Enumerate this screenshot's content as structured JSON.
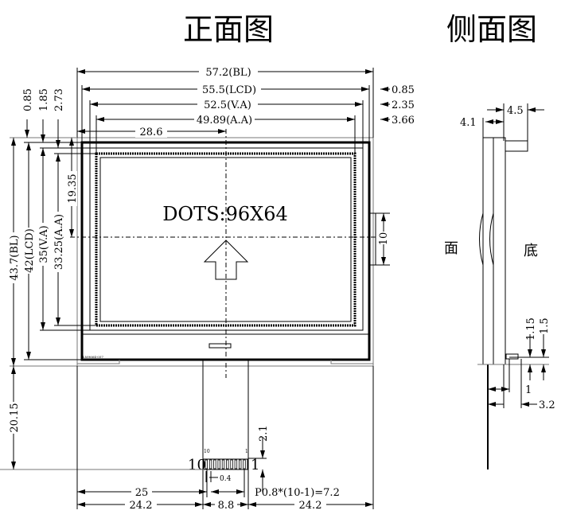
{
  "titles": {
    "front": "正面图",
    "side": "侧面图"
  },
  "front": {
    "top_dims": [
      "57.2(BL)",
      "55.5(LCD)",
      "52.5(V.A)",
      "49.89(A.A)",
      "28.6"
    ],
    "right_top_dims": [
      "0.85",
      "2.35",
      "3.66"
    ],
    "left_small_dims": [
      "0.85",
      "1.85",
      "2.73"
    ],
    "left_dims": [
      "43.7(BL)",
      "42(LCD)",
      "35(V.A)",
      "33.25(A.A)",
      "19.35"
    ],
    "right_dim": "10",
    "dots_label": "DOTS:96X64",
    "part_label": "LM9664-057",
    "fpc": {
      "pin_left": "10",
      "pin_right": "1",
      "pin_left_small": "10",
      "pin_right_small": "1",
      "pin_width": "0.4",
      "height": "2.1",
      "pitch": "P0.8*(10-1)=7.2",
      "offset": "25",
      "tail_height": "20.15"
    },
    "bottom_dims": [
      "24.2",
      "8.8",
      "24.2"
    ]
  },
  "side": {
    "front_label": "面",
    "back_label": "底",
    "top_dims": [
      "4.1",
      "4.5"
    ],
    "bottom_dims": [
      "1.15",
      "1.5",
      "1",
      "3.2"
    ]
  }
}
